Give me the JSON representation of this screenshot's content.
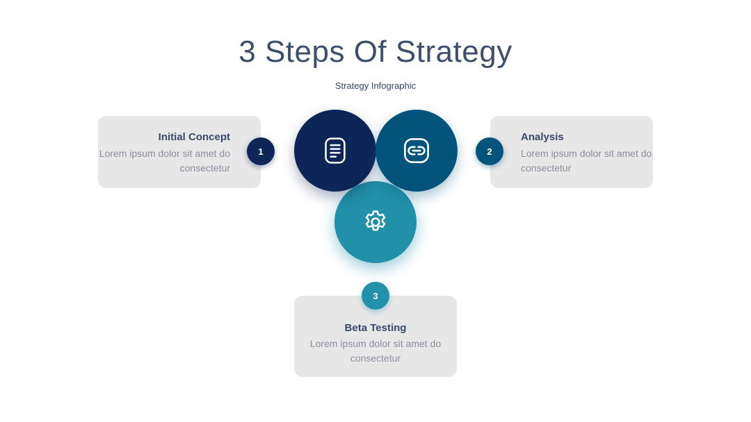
{
  "title": "3 Steps Of Strategy",
  "subtitle": "Strategy Infographic",
  "colors": {
    "step1": "#0d2557",
    "step2": "#04537a",
    "step3": "#2290a8",
    "card_bg": "#e8e7e8"
  },
  "steps": [
    {
      "number": "1",
      "heading": "Initial Concept",
      "body": "Lorem ipsum dolor sit amet do consectetur",
      "icon": "document-icon"
    },
    {
      "number": "2",
      "heading": "Analysis",
      "body": "Lorem ipsum dolor sit amet do consectetur",
      "icon": "link-icon"
    },
    {
      "number": "3",
      "heading": "Beta Testing",
      "body": "Lorem ipsum dolor sit amet do consectetur",
      "icon": "gear-icon"
    }
  ]
}
